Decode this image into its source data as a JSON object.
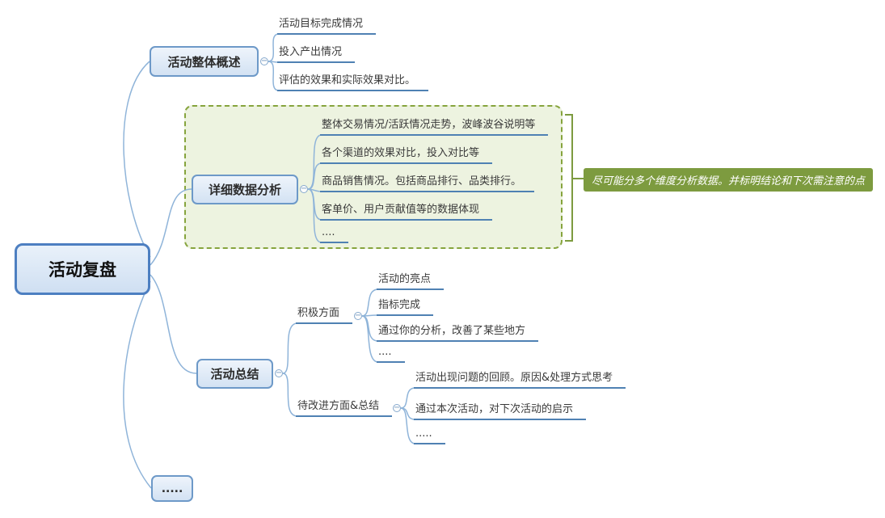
{
  "colors": {
    "topic_border": "#6d99c8",
    "topic_fill": "#d3e2f3",
    "underline": "#4f81b3",
    "connector": "#8fb4d9",
    "boundary_border": "#86a43d",
    "boundary_fill": "#edf3e0",
    "summary_bg": "#7d9b3f"
  },
  "icons": {
    "collapse": "−"
  },
  "root": {
    "label": "活动复盘"
  },
  "branches": [
    {
      "label": "活动整体概述",
      "children": [
        {
          "label": "活动目标完成情况"
        },
        {
          "label": "投入产出情况"
        },
        {
          "label": "评估的效果和实际效果对比。"
        }
      ]
    },
    {
      "label": "详细数据分析",
      "children": [
        {
          "label": "整体交易情况/活跃情况走势，波峰波谷说明等"
        },
        {
          "label": "各个渠道的效果对比，投入对比等"
        },
        {
          "label": "商品销售情况。包括商品排行、品类排行。"
        },
        {
          "label": "客单价、用户贡献值等的数据体现"
        },
        {
          "label": "...."
        }
      ],
      "summary": "尽可能分多个维度分析数据。并标明结论和下次需注意的点"
    },
    {
      "label": "活动总结",
      "children": [
        {
          "label": "积极方面",
          "children": [
            {
              "label": "活动的亮点"
            },
            {
              "label": "指标完成"
            },
            {
              "label": "通过你的分析，改善了某些地方"
            },
            {
              "label": "...."
            }
          ]
        },
        {
          "label": "待改进方面&总结",
          "children": [
            {
              "label": "活动出现问题的回顾。原因&处理方式思考"
            },
            {
              "label": "通过本次活动，对下次活动的启示"
            },
            {
              "label": "....."
            }
          ]
        }
      ]
    },
    {
      "label": "....."
    }
  ]
}
